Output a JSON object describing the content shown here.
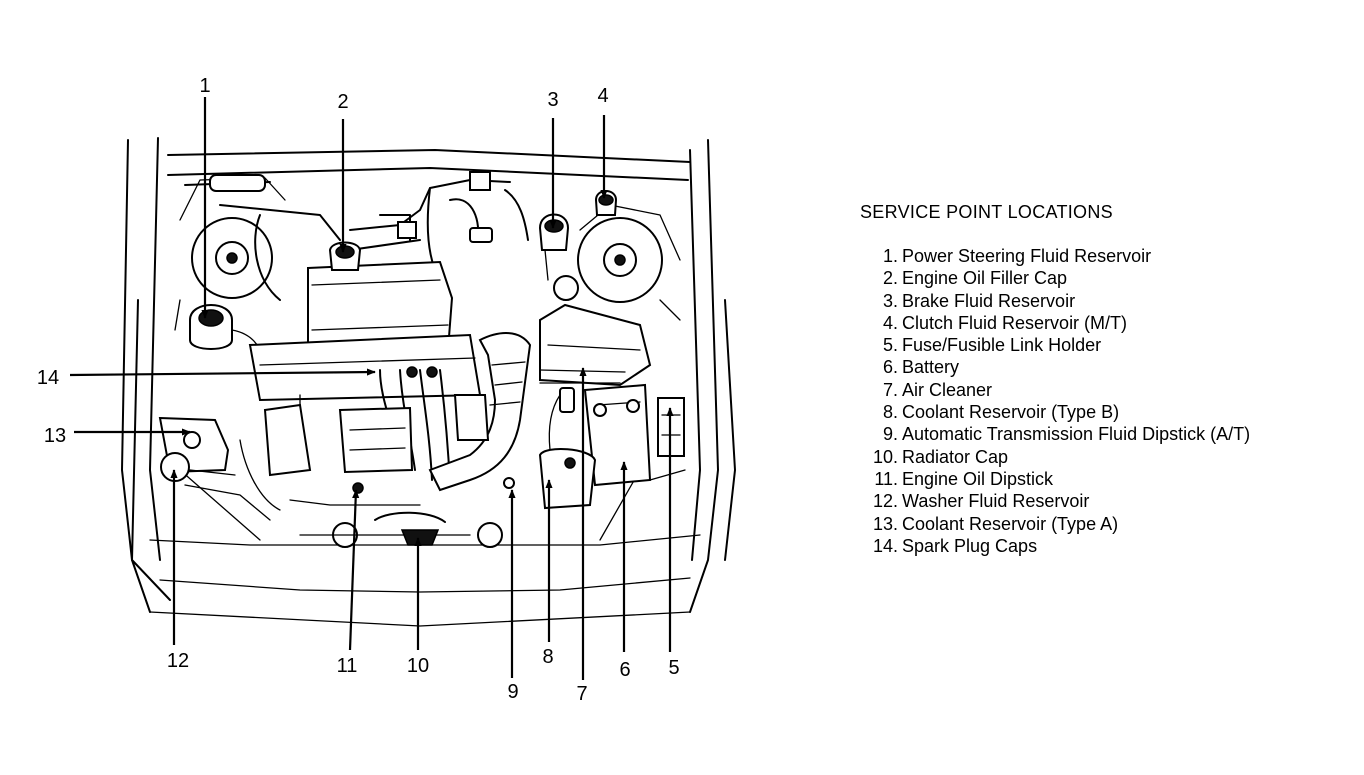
{
  "legend": {
    "title": "SERVICE POINT LOCATIONS",
    "items": [
      {
        "num": "1.",
        "label": "Power Steering Fluid Reservoir"
      },
      {
        "num": "2.",
        "label": "Engine Oil Filler Cap"
      },
      {
        "num": "3.",
        "label": "Brake Fluid Reservoir"
      },
      {
        "num": "4.",
        "label": "Clutch Fluid Reservoir (M/T)"
      },
      {
        "num": "5.",
        "label": "Fuse/Fusible Link Holder"
      },
      {
        "num": "6.",
        "label": "Battery"
      },
      {
        "num": "7.",
        "label": "Air Cleaner"
      },
      {
        "num": "8.",
        "label": "Coolant Reservoir (Type B)"
      },
      {
        "num": "9.",
        "label": "Automatic Transmission Fluid Dipstick (A/T)"
      },
      {
        "num": "10.",
        "label": "Radiator Cap"
      },
      {
        "num": "11.",
        "label": "Engine Oil Dipstick"
      },
      {
        "num": "12.",
        "label": "Washer Fluid Reservoir"
      },
      {
        "num": "13.",
        "label": "Coolant Reservoir (Type A)"
      },
      {
        "num": "14.",
        "label": "Spark Plug Caps"
      }
    ]
  },
  "callouts": [
    {
      "num": "1",
      "part": "Power Steering Fluid Reservoir"
    },
    {
      "num": "2",
      "part": "Engine Oil Filler Cap"
    },
    {
      "num": "3",
      "part": "Brake Fluid Reservoir"
    },
    {
      "num": "4",
      "part": "Clutch Fluid Reservoir (M/T)"
    },
    {
      "num": "5",
      "part": "Fuse/Fusible Link Holder"
    },
    {
      "num": "6",
      "part": "Battery"
    },
    {
      "num": "7",
      "part": "Air Cleaner"
    },
    {
      "num": "8",
      "part": "Coolant Reservoir (Type B)"
    },
    {
      "num": "9",
      "part": "Automatic Transmission Fluid Dipstick (A/T)"
    },
    {
      "num": "10",
      "part": "Radiator Cap"
    },
    {
      "num": "11",
      "part": "Engine Oil Dipstick"
    },
    {
      "num": "12",
      "part": "Washer Fluid Reservoir"
    },
    {
      "num": "13",
      "part": "Coolant Reservoir (Type A)"
    },
    {
      "num": "14",
      "part": "Spark Plug Caps"
    }
  ]
}
